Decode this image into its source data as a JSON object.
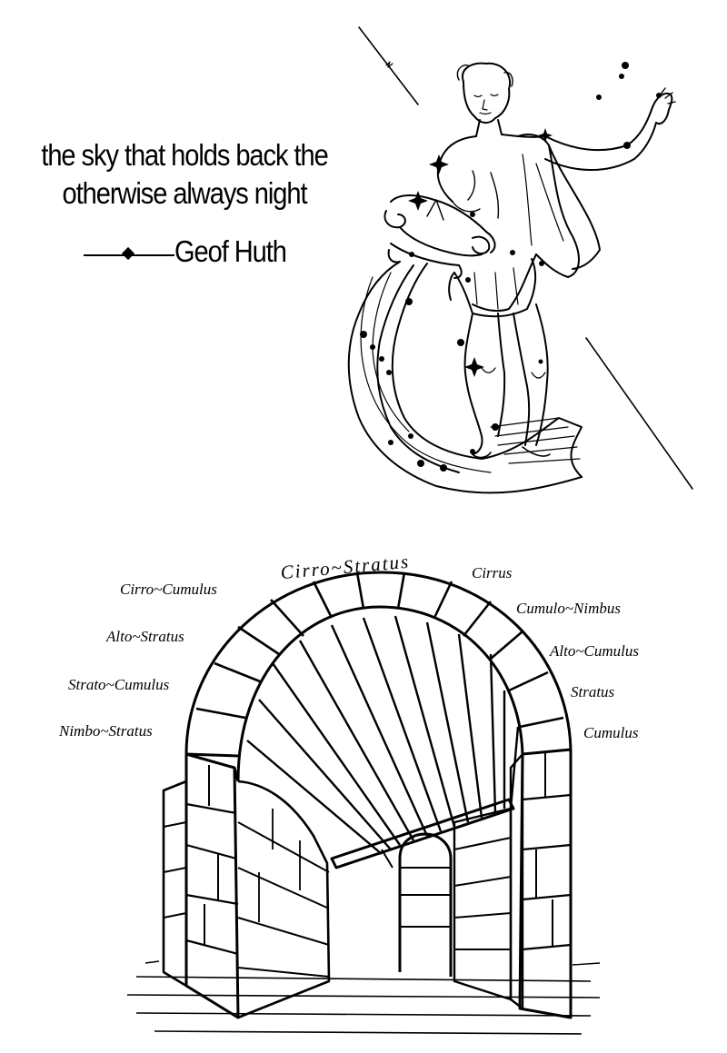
{
  "poem": {
    "line1": "the sky that holds back the",
    "line2": "otherwise always night",
    "author": "Geof Huth"
  },
  "cloud_labels": {
    "top": "Cirro~Stratus",
    "left": [
      "Cirro~Cumulus",
      "Alto~Stratus",
      "Strato~Cumulus",
      "Nimbo~Stratus"
    ],
    "right": [
      "Cirrus",
      "Cumulo~Nimbus",
      "Alto~Cumulus",
      "Stratus",
      "Cumulus"
    ]
  },
  "illustrations": {
    "upper": "aquarius-constellation-figure",
    "lower": "stone-archway-illustration"
  },
  "colors": {
    "ink": "#000000",
    "paper": "#ffffff"
  }
}
